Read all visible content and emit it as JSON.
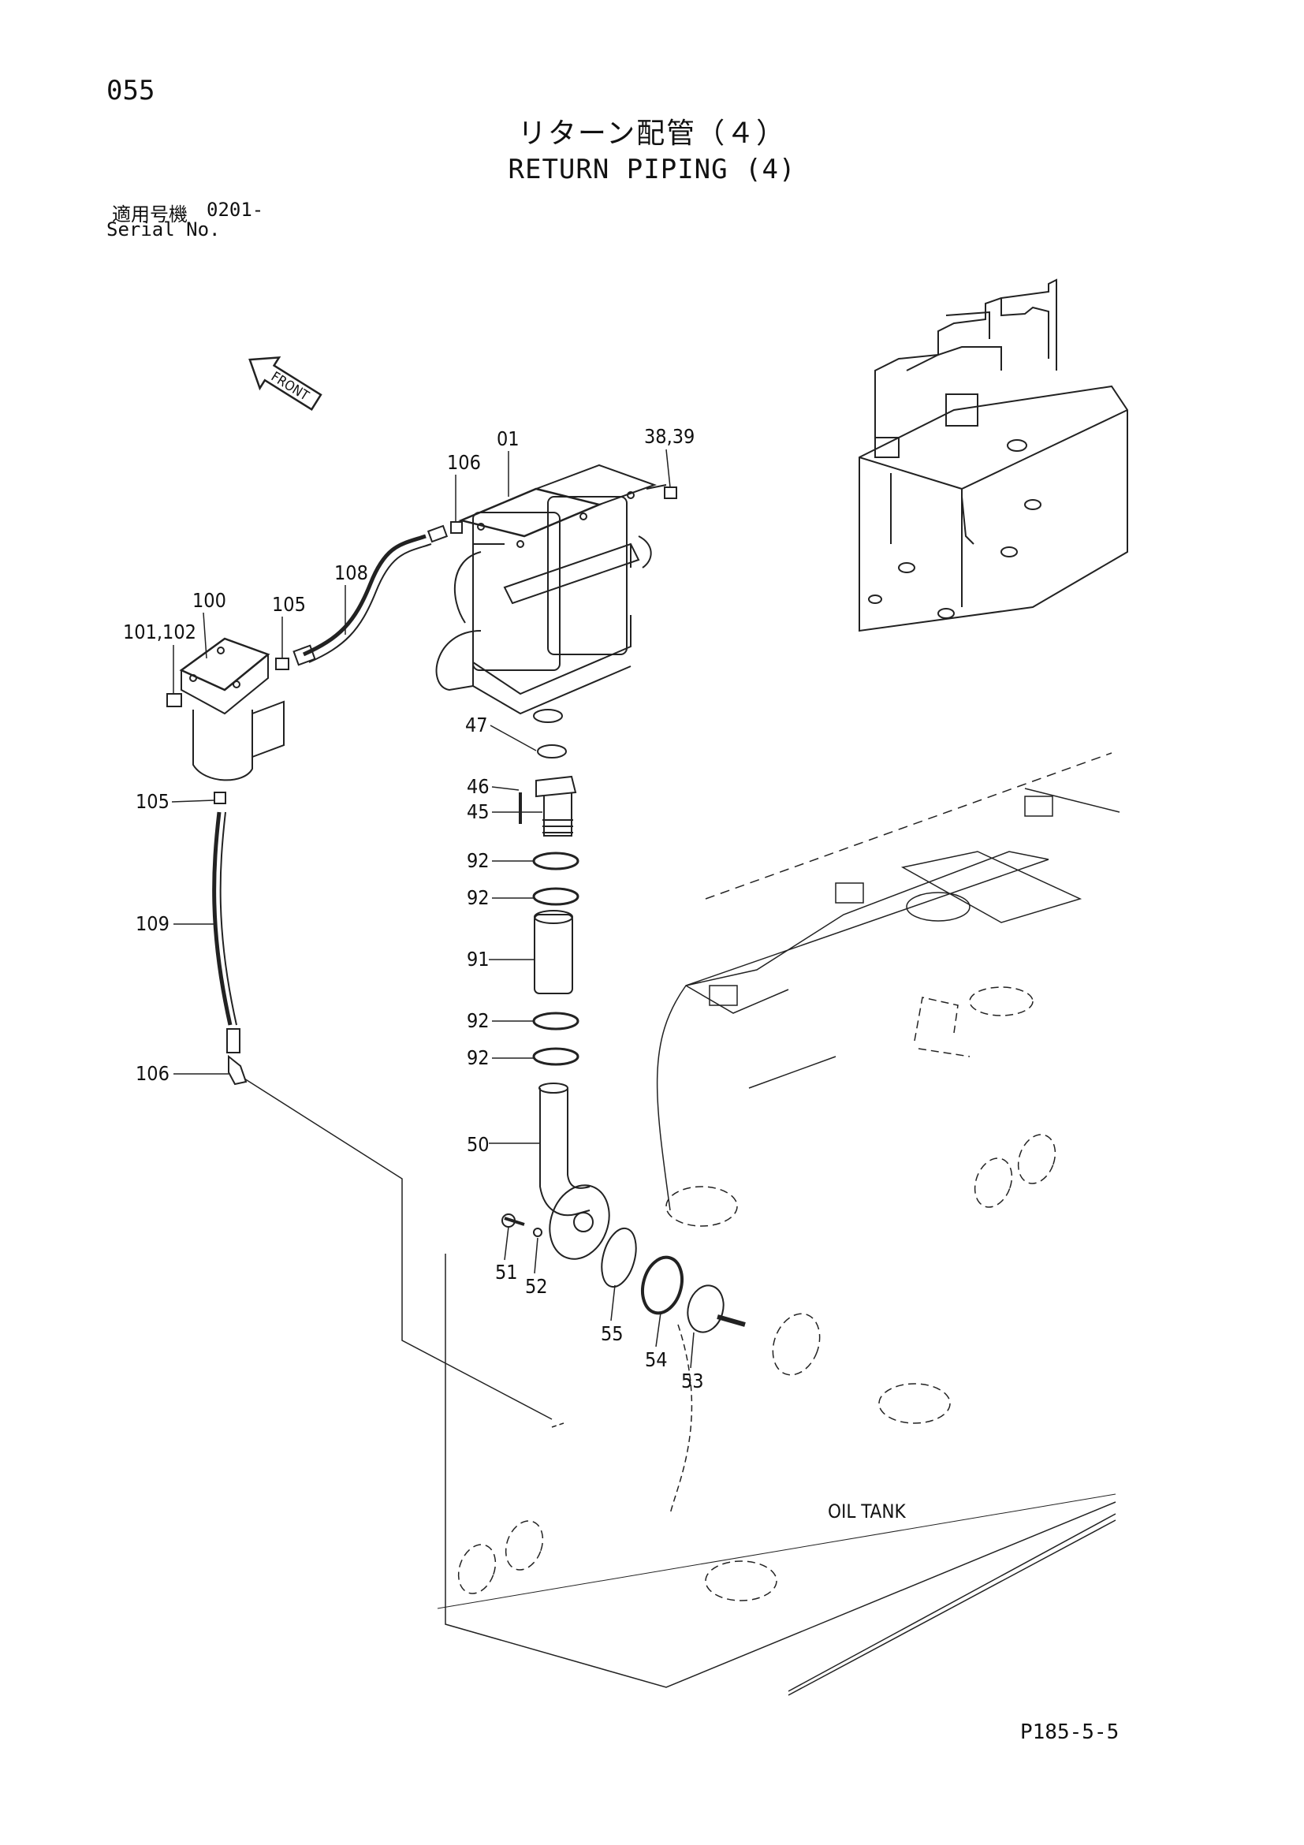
{
  "page_number": "055",
  "title_jp": "リターン配管（４）",
  "title_en": "RETURN PIPING (4)",
  "serial": {
    "label_jp": "適用号機",
    "value": "0201-",
    "label_en": "Serial No."
  },
  "front_label": "FRONT",
  "oil_tank_label": "OIL TANK",
  "page_code": "P185-5-5",
  "part_labels": [
    "01",
    "38,39",
    "106",
    "108",
    "100",
    "101,102",
    "105",
    "105",
    "109",
    "106",
    "47",
    "46",
    "45",
    "92",
    "92",
    "91",
    "92",
    "92",
    "50",
    "51",
    "52",
    "55",
    "54",
    "53"
  ]
}
